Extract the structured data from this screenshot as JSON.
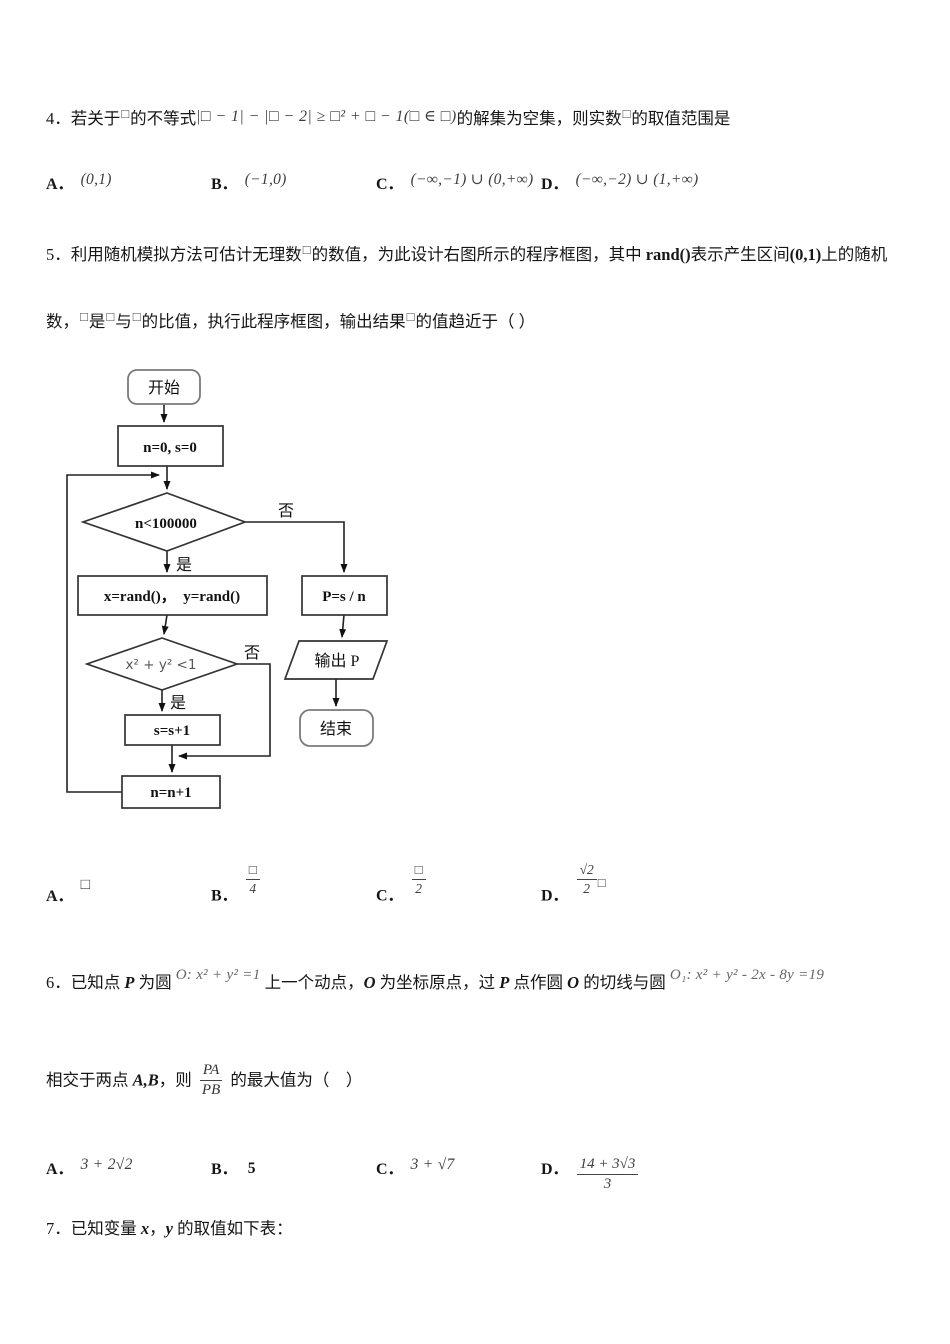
{
  "q4": {
    "line": [
      {
        "t": "4．若关于",
        "s": ""
      },
      {
        "t": "□",
        "s": "mbox"
      },
      {
        "t": "的不等式",
        "s": ""
      },
      {
        "t": "|□ − 1| − |□ − 2| ≥ □² + □ − 1(□ ∈ □)",
        "s": "math"
      },
      {
        "t": "的解集为空集，则实数",
        "s": ""
      },
      {
        "t": "□",
        "s": "mbox"
      },
      {
        "t": "的取值范围是",
        "s": ""
      }
    ],
    "options": [
      {
        "label": "A．",
        "value": "(0,1)"
      },
      {
        "label": "B．",
        "value": "(−1,0)"
      },
      {
        "label": "C．",
        "value": "(−∞,−1) ∪ (0,+∞)"
      },
      {
        "label": "D．",
        "value": "(−∞,−2) ∪ (1,+∞)"
      }
    ]
  },
  "q5": {
    "line1": [
      {
        "t": "5．利用随机模拟方法可估计无理数",
        "s": ""
      },
      {
        "t": "□",
        "s": "mbox"
      },
      {
        "t": "的数值，为此设计右图所示的程序框图，其中 ",
        "s": ""
      },
      {
        "t": "rand()",
        "s": "b"
      },
      {
        "t": "表示产生区间",
        "s": ""
      },
      {
        "t": "(0,1)",
        "s": "b"
      },
      {
        "t": "上的随机",
        "s": ""
      }
    ],
    "line2": [
      {
        "t": "数，",
        "s": ""
      },
      {
        "t": "□",
        "s": "mbox"
      },
      {
        "t": "是",
        "s": ""
      },
      {
        "t": "□",
        "s": "mbox"
      },
      {
        "t": "与",
        "s": ""
      },
      {
        "t": "□",
        "s": "mbox"
      },
      {
        "t": "的比值，执行此程序框图，输出结果",
        "s": ""
      },
      {
        "t": "□",
        "s": "mbox"
      },
      {
        "t": "的值趋近于（ ）",
        "s": ""
      }
    ],
    "options": [
      {
        "label": "A．",
        "plain": "□"
      },
      {
        "label": "B．",
        "frac": {
          "num": "□",
          "den": "4"
        }
      },
      {
        "label": "C．",
        "frac": {
          "num": "□",
          "den": "2"
        }
      },
      {
        "label": "D．",
        "frac": {
          "num": "√2",
          "den": "2"
        },
        "suffix": "□"
      }
    ]
  },
  "flowchart": {
    "start": "开始",
    "init": "n=0, s=0",
    "cond1": "n<100000",
    "no1": "否",
    "yes1": "是",
    "rand": "x=rand()，　y=rand()",
    "passign": "P=s / n",
    "cond2": "x² + y² <1",
    "no2": "否",
    "yes2": "是",
    "incs": "s=s+1",
    "output": "输出 P",
    "end": "结束",
    "incn": "n=n+1"
  },
  "q6": {
    "line1": [
      {
        "t": "6．已知点 ",
        "s": ""
      },
      {
        "t": "P",
        "s": "bi"
      },
      {
        "t": " 为圆 ",
        "s": ""
      },
      {
        "t": "O: x² + y² =1",
        "s": "mathsup"
      },
      {
        "t": " 上一个动点，",
        "s": ""
      },
      {
        "t": "O",
        "s": "bi"
      },
      {
        "t": " 为坐标原点，过 ",
        "s": ""
      },
      {
        "t": "P",
        "s": "bi"
      },
      {
        "t": " 点作圆 ",
        "s": ""
      },
      {
        "t": "O",
        "s": "bi"
      },
      {
        "t": " 的切线与圆 ",
        "s": ""
      },
      {
        "t": "O₁: x² + y² - 2x - 8y =19",
        "s": "mathsup"
      }
    ],
    "line2_pre": "相交于两点 ",
    "line2_ab": "A,B",
    "line2_mid": "，则 ",
    "frac": {
      "num": "PA",
      "den": "PB"
    },
    "line2_suf": " 的最大值为（　）",
    "options": [
      {
        "label": "A．",
        "value": "3 + 2√2"
      },
      {
        "label": "B．",
        "value": "5"
      },
      {
        "label": "C．",
        "value": "3 + √7"
      },
      {
        "label": "D．",
        "frac": {
          "num": "14 + 3√3",
          "den": "3"
        }
      }
    ]
  },
  "q7": {
    "line": [
      {
        "t": "7．已知变量 ",
        "s": ""
      },
      {
        "t": "x",
        "s": "bi"
      },
      {
        "t": "，",
        "s": ""
      },
      {
        "t": "y",
        "s": "bi"
      },
      {
        "t": " 的取值如下表：",
        "s": ""
      }
    ]
  }
}
